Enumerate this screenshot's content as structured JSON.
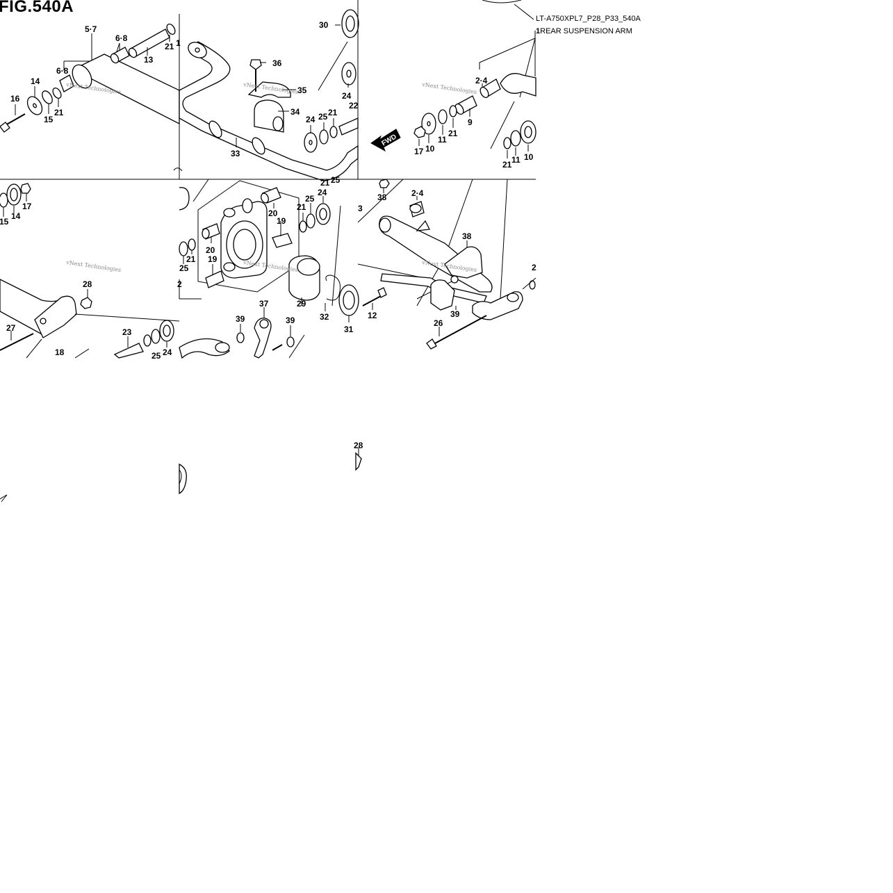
{
  "figure": {
    "title": "FIG.540A",
    "code": "LT-A750XPL7_P28_P33_540A",
    "caption_number": "1",
    "caption_text": "REAR SUSPENSION ARM",
    "watermark": "vNext Technologies",
    "fwd_label": "FWD"
  },
  "callouts": [
    {
      "id": "c-5-7",
      "text": "5·7"
    },
    {
      "id": "c-6-8a",
      "text": "6·8"
    },
    {
      "id": "c-21a",
      "text": "21"
    },
    {
      "id": "c-13",
      "text": "13"
    },
    {
      "id": "c-6-8b",
      "text": "6·8"
    },
    {
      "id": "c-14a",
      "text": "14"
    },
    {
      "id": "c-16",
      "text": "16"
    },
    {
      "id": "c-15a",
      "text": "15"
    },
    {
      "id": "c-21b",
      "text": "21"
    },
    {
      "id": "c-17a",
      "text": "17"
    },
    {
      "id": "c-14b",
      "text": "14"
    },
    {
      "id": "c-15b",
      "text": "15"
    },
    {
      "id": "c-28a",
      "text": "28"
    },
    {
      "id": "c-27",
      "text": "27"
    },
    {
      "id": "c-23",
      "text": "23"
    },
    {
      "id": "c-25a",
      "text": "25"
    },
    {
      "id": "c-24a",
      "text": "24"
    },
    {
      "id": "c-18",
      "text": "18"
    },
    {
      "id": "c-1a",
      "text": "1"
    },
    {
      "id": "c-30",
      "text": "30"
    },
    {
      "id": "c-36",
      "text": "36"
    },
    {
      "id": "c-35",
      "text": "35"
    },
    {
      "id": "c-34",
      "text": "34"
    },
    {
      "id": "c-33",
      "text": "33"
    },
    {
      "id": "c-24b",
      "text": "24"
    },
    {
      "id": "c-24c",
      "text": "24"
    },
    {
      "id": "c-25b",
      "text": "25"
    },
    {
      "id": "c-21c",
      "text": "21"
    },
    {
      "id": "c-22",
      "text": "22"
    },
    {
      "id": "c-21d",
      "text": "21"
    },
    {
      "id": "c-25c",
      "text": "25"
    },
    {
      "id": "c-24d",
      "text": "24"
    },
    {
      "id": "c-25d",
      "text": "25"
    },
    {
      "id": "c-21e",
      "text": "21"
    },
    {
      "id": "c-20a",
      "text": "20"
    },
    {
      "id": "c-19a",
      "text": "19"
    },
    {
      "id": "c-20b",
      "text": "20"
    },
    {
      "id": "c-19b",
      "text": "19"
    },
    {
      "id": "c-25e",
      "text": "25"
    },
    {
      "id": "c-21f",
      "text": "21"
    },
    {
      "id": "c-2",
      "text": "2"
    },
    {
      "id": "c-29",
      "text": "29"
    },
    {
      "id": "c-32",
      "text": "32"
    },
    {
      "id": "c-31",
      "text": "31"
    },
    {
      "id": "c-37",
      "text": "37"
    },
    {
      "id": "c-39a",
      "text": "39"
    },
    {
      "id": "c-39b",
      "text": "39"
    },
    {
      "id": "c-2-4a",
      "text": "2·4"
    },
    {
      "id": "c-21g",
      "text": "21"
    },
    {
      "id": "c-9",
      "text": "9"
    },
    {
      "id": "c-11a",
      "text": "11"
    },
    {
      "id": "c-17b",
      "text": "17"
    },
    {
      "id": "c-10a",
      "text": "10"
    },
    {
      "id": "c-21h",
      "text": "21"
    },
    {
      "id": "c-11b",
      "text": "11"
    },
    {
      "id": "c-10b",
      "text": "10"
    },
    {
      "id": "c-38a",
      "text": "38"
    },
    {
      "id": "c-2-4b",
      "text": "2·4"
    },
    {
      "id": "c-3",
      "text": "3"
    },
    {
      "id": "c-38b",
      "text": "38"
    },
    {
      "id": "c-12",
      "text": "12"
    },
    {
      "id": "c-39c",
      "text": "39"
    },
    {
      "id": "c-26",
      "text": "26"
    },
    {
      "id": "c-2b",
      "text": "2"
    },
    {
      "id": "c-28b",
      "text": "28"
    }
  ]
}
